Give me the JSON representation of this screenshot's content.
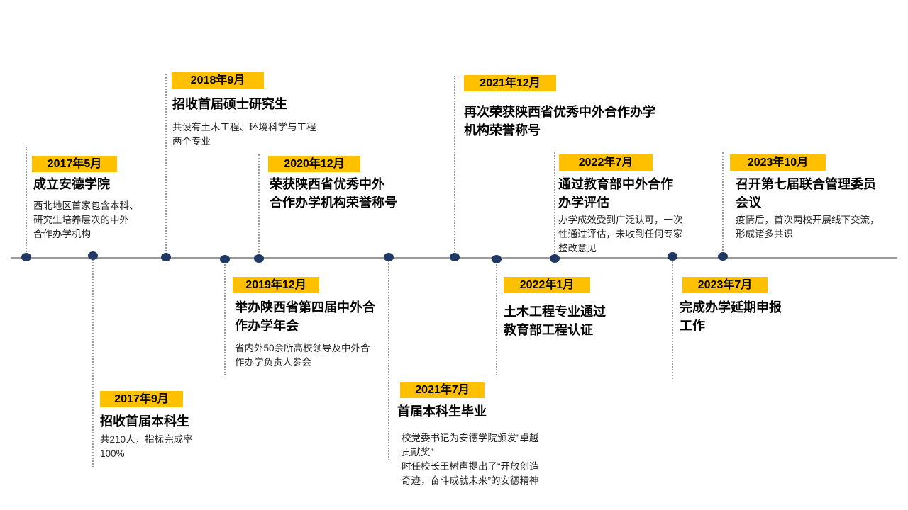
{
  "colors": {
    "accent": "#FFC000",
    "dot": "#1F3864",
    "line": "#9A9A9A"
  },
  "events": [
    {
      "date": "2017年5月",
      "title": [
        "成立安德学院"
      ],
      "desc": [
        "西北地区首家包含本科、",
        "研究生培养层次的中外",
        "合作办学机构"
      ]
    },
    {
      "date": "2017年9月",
      "title": [
        "招收首届本科生"
      ],
      "desc": [
        "共210人，指标完成率",
        "100%"
      ]
    },
    {
      "date": "2018年9月",
      "title": [
        "招收首届硕士研究生"
      ],
      "desc": [
        "共设有土木工程、环境科学与工程",
        "两个专业"
      ]
    },
    {
      "date": "2019年12月",
      "title": [
        "举办陕西省第四届中外合",
        "作办学年会"
      ],
      "desc": [
        "省内外50余所高校领导及中外合",
        "作办学负责人参会"
      ]
    },
    {
      "date": "2020年12月",
      "title": [
        "荣获陕西省优秀中外",
        "合作办学机构荣誉称号"
      ]
    },
    {
      "date": "2021年7月",
      "title": [
        "首届本科生毕业"
      ],
      "desc": [
        "校党委书记为安德学院颁发”卓越",
        "贡献奖”",
        "时任校长王树声提出了“开放创造",
        "奇迹，奋斗成就未来”的安德精神"
      ]
    },
    {
      "date": "2021年12月",
      "title": [
        "再次荣获陕西省优秀中外合作办学",
        "机构荣誉称号"
      ]
    },
    {
      "date": "2022年1月",
      "title": [
        "土木工程专业通过",
        "教育部工程认证"
      ]
    },
    {
      "date": "2022年7月",
      "title": [
        "通过教育部中外合作",
        "办学评估"
      ],
      "desc": [
        "办学成效受到广泛认可，一次",
        "性通过评估，未收到任何专家",
        "整改意见"
      ]
    },
    {
      "date": "2023年7月",
      "title": [
        "完成办学延期申报",
        "工作"
      ]
    },
    {
      "date": "2023年10月",
      "title": [
        "召开第七届联合管理委员",
        "会议"
      ],
      "desc": [
        "疫情后，首次两校开展线下交流，",
        "形成诸多共识"
      ]
    }
  ]
}
